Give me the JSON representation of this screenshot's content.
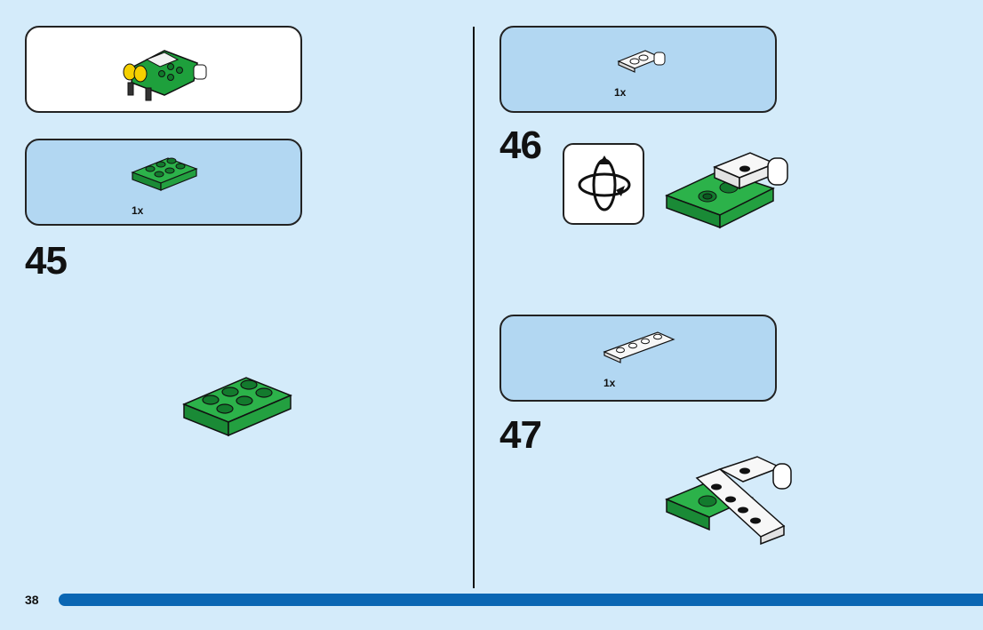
{
  "page": {
    "number": "38"
  },
  "steps": [
    {
      "number": "45",
      "parts": [
        {
          "qty": "1x",
          "part": "green 2x3 plate"
        }
      ]
    },
    {
      "number": "46",
      "parts": [
        {
          "qty": "1x",
          "part": "white 1x2 plate with clips"
        }
      ],
      "callout": "rotate model"
    },
    {
      "number": "47",
      "parts": [
        {
          "qty": "1x",
          "part": "white 1x4 plate"
        }
      ]
    }
  ],
  "colors": {
    "background": "#d4ebfa",
    "parts_box": "#b2d7f2",
    "bar": "#0a66b3",
    "green": "#1ea03c",
    "white": "#ffffff"
  }
}
